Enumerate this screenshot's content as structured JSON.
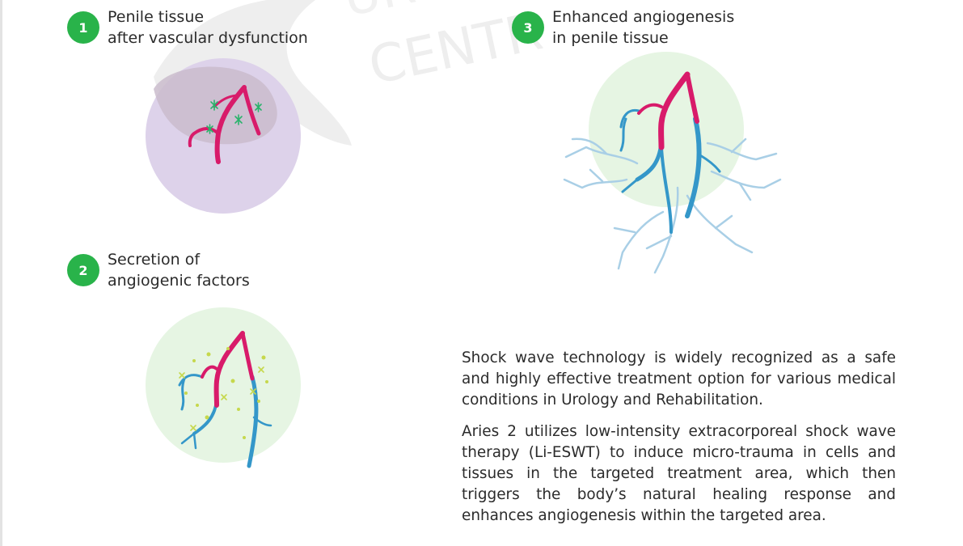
{
  "steps": [
    {
      "number": "1",
      "line1": "Penile tissue",
      "line2": "after vascular dysfunction"
    },
    {
      "number": "2",
      "line1": "Secretion of",
      "line2": "angiogenic factors"
    },
    {
      "number": "3",
      "line1": "Enhanced angiogenesis",
      "line2": "in penile tissue"
    }
  ],
  "watermark": {
    "line1": "UR",
    "line2": "CENTR"
  },
  "paragraphs": [
    "Shock wave technology is widely recognized as a safe and highly effective treatment option for various medical conditions in Urology and Rehabilitation.",
    "Aries 2 utilizes low-intensity extracorporeal shock wave therapy (Li-ESWT) to induce micro-trauma in cells and tissues in the targeted treatment area, which then triggers the body’s natural healing response and enhances angiogenesis within the targeted area."
  ],
  "colors": {
    "badge": "#29b34a",
    "artery": "#d81b6a",
    "vein": "#3497c9",
    "capillary": "#a9cfe6",
    "stage1_circle": "#ddd2ea",
    "healthy_circle": "#e6f5e3",
    "factor_green": "#2ab36b",
    "factor_yellow": "#c6d84c"
  },
  "icons": [
    "grey-watermark-logo",
    "vascular-tree",
    "growth-factor-dots"
  ]
}
